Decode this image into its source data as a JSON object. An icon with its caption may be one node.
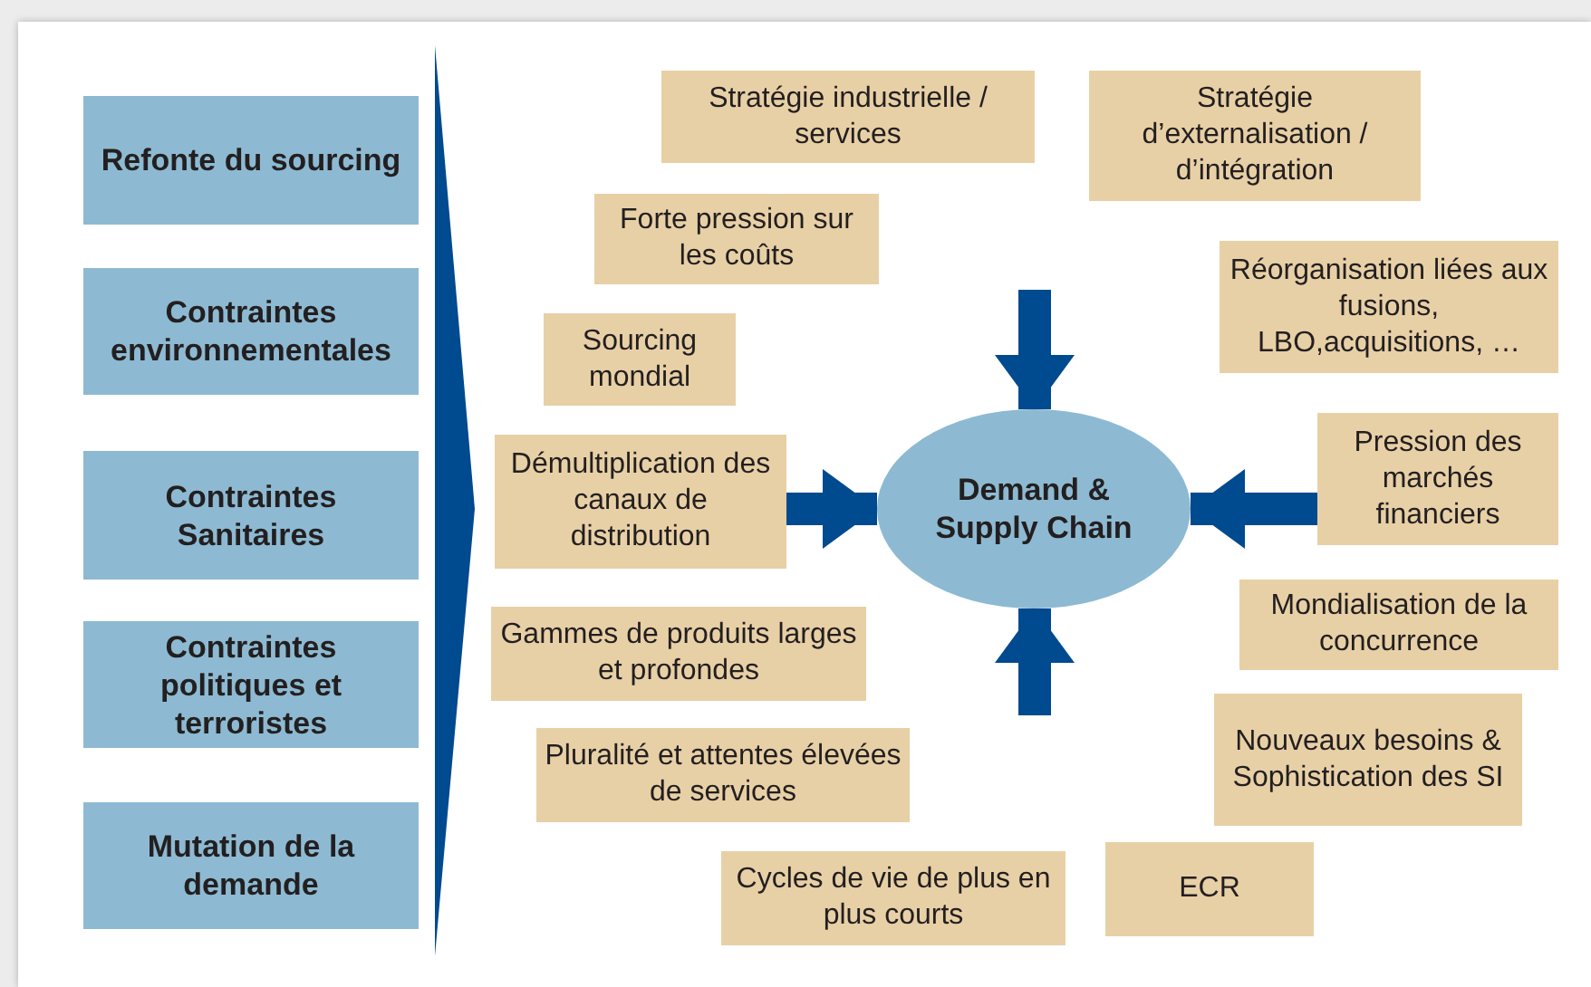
{
  "diagram": {
    "nodes": [
      {
        "text": [
          "Refonte du sourcing"
        ]
      },
      {
        "text": [
          "Contraintes environnementales"
        ]
      },
      {
        "text": [
          "Contraintes Sanitaires"
        ]
      },
      {
        "text": [
          "Contraintes politiques et terroristes"
        ]
      },
      {
        "text": [
          "Mutation de la demande"
        ]
      },
      {
        "text": [
          "Stratégie industrielle / services"
        ]
      },
      {
        "text": [
          "Stratégie d’externalisation / d’intégration"
        ]
      },
      {
        "text": [
          "Forte pression sur les coûts"
        ]
      },
      {
        "text": [
          "Réorganisation liées aux fusions, LBO,acquisitions, …"
        ]
      },
      {
        "text": [
          "Sourcing mondial"
        ]
      },
      {
        "text": [
          "Démultiplication des canaux de distribution"
        ]
      },
      {
        "text": [
          "Demand & Supply Chain"
        ]
      },
      {
        "text": [
          "Pression des marchés financiers"
        ]
      },
      {
        "text": [
          "Gammes de produits larges et profondes"
        ]
      },
      {
        "text": [
          "Mondialisation de la concurrence"
        ]
      },
      {
        "text": [
          "Nouveaux besoins & Sophistication des SI"
        ]
      },
      {
        "text": [
          "Pluralité et attentes élevées de services"
        ]
      },
      {
        "text": [
          "Cycles de vie de plus en plus courts"
        ]
      },
      {
        "text": [
          "ECR"
        ]
      }
    ],
    "edges": [
      {
        "from": null,
        "to": 11,
        "arrow": "to"
      },
      {
        "from": 10,
        "to": 11,
        "arrow": "to"
      },
      {
        "from": 12,
        "to": 11,
        "arrow": "to"
      },
      {
        "from": null,
        "to": 11,
        "arrow": "to"
      }
    ]
  }
}
